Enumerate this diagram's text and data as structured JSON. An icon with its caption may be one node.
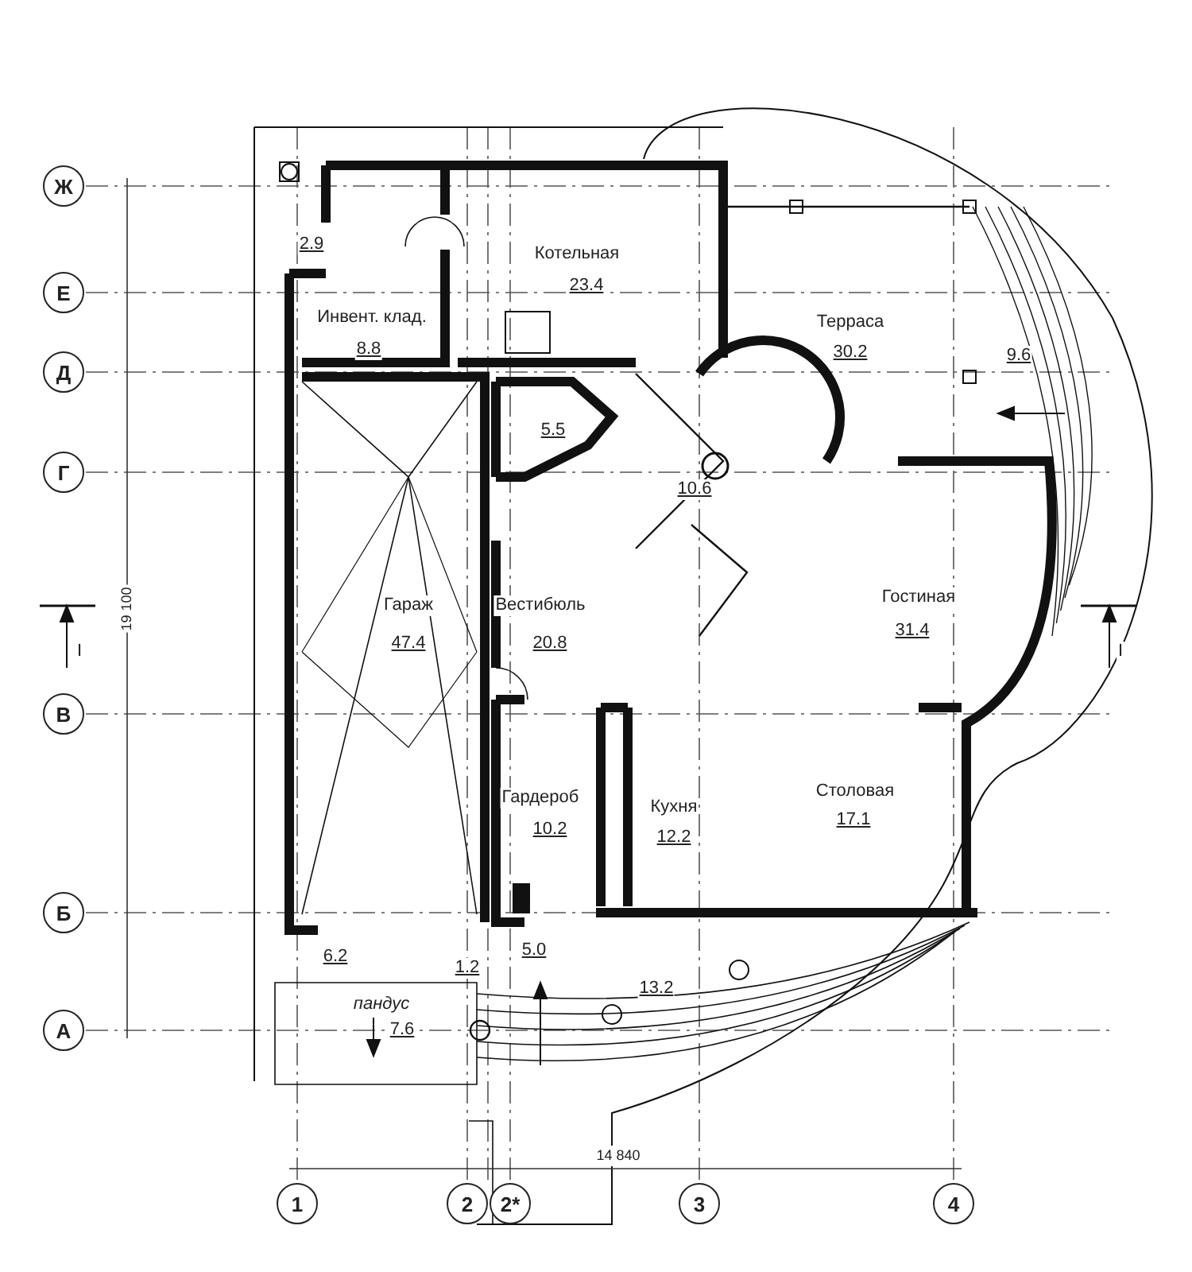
{
  "diagram": {
    "nodes": [
      {
        "text": [
          "Ж"
        ]
      },
      {
        "text": [
          "Е"
        ]
      },
      {
        "text": [
          "Д"
        ]
      },
      {
        "text": [
          "Г"
        ]
      },
      {
        "text": [
          "В"
        ]
      },
      {
        "text": [
          "Б"
        ]
      },
      {
        "text": [
          "А"
        ]
      },
      {
        "text": [
          "1"
        ]
      },
      {
        "text": [
          "2"
        ]
      },
      {
        "text": [
          "2*"
        ]
      },
      {
        "text": [
          "3"
        ]
      },
      {
        "text": [
          "4"
        ]
      }
    ],
    "labels": [
      "2.9",
      "Котельная",
      "23.4",
      "Терраса",
      "30.2",
      "Инвент. клад.",
      "8.8",
      "9.6",
      "5.5",
      "10.6",
      "Гараж",
      "47.4",
      "Вестибюль",
      "20.8",
      "Гостиная",
      "31.4",
      "19 100",
      "I",
      "I",
      "Гардероб",
      "10.2",
      "Кухня",
      "12.2",
      "Столовая",
      "17.1",
      "6.2",
      "1.2",
      "5.0",
      "13.2",
      "пандус",
      "7.6",
      "14 840"
    ]
  }
}
